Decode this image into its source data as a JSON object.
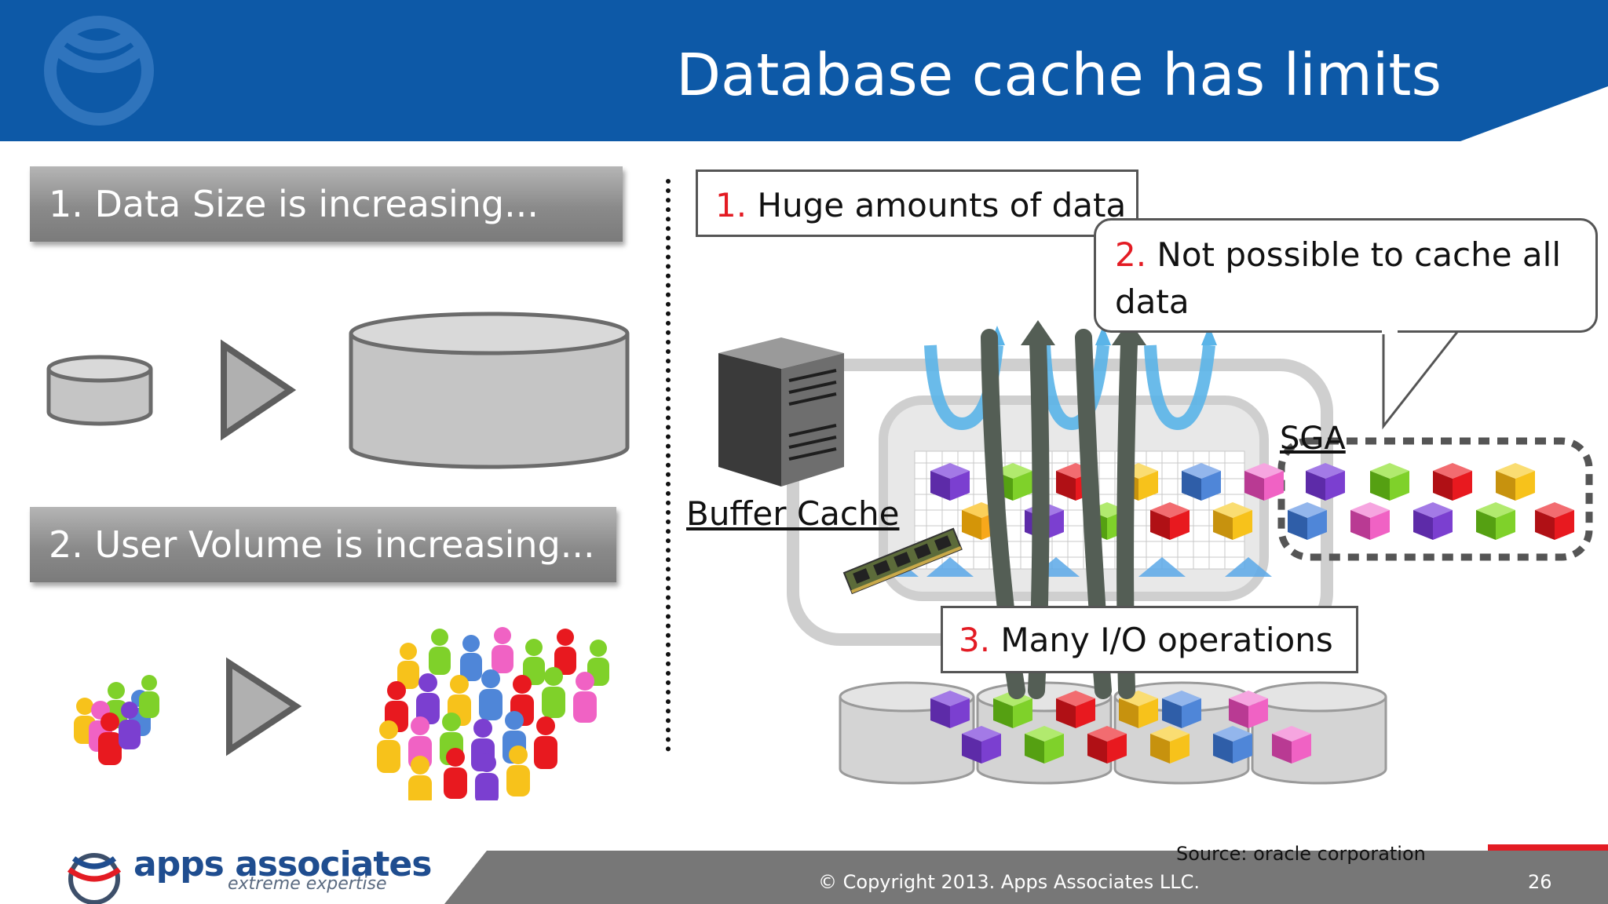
{
  "slide": {
    "title": "Database cache has limits",
    "left_bars": [
      {
        "text": "1. Data Size is increasing..."
      },
      {
        "text": "2. User Volume is increasing..."
      }
    ],
    "callouts": {
      "huge_data": {
        "num": "1.",
        "text": " Huge amounts of data"
      },
      "not_possible": {
        "num": "2.",
        "text_line1": " Not possible to cache all",
        "text_line2": "data"
      },
      "many_io": {
        "num": "3.",
        "text": " Many I/O operations"
      }
    },
    "labels": {
      "buffer_cache": "Buffer Cache",
      "sga": "SGA"
    },
    "source": "Source: oracle corporation"
  },
  "footer": {
    "brand_name": "apps associates",
    "brand_tagline": "extreme expertise",
    "copyright": "© Copyright 2013. Apps Associates LLC.",
    "page_number": "26"
  },
  "colors": {
    "header_blue": "#0d59a7",
    "accent_red": "#e31b23",
    "footer_gray": "#777777",
    "cube_colors": [
      "#7b3fd0",
      "#7fd12a",
      "#e8191f",
      "#f7c21b",
      "#4f86d8",
      "#f062c4"
    ]
  },
  "icons": [
    "logo-emblem-icon",
    "database-cylinder-icon",
    "play-triangle-icon",
    "people-group-icon",
    "server-icon",
    "memory-module-icon",
    "data-cube-icon"
  ]
}
